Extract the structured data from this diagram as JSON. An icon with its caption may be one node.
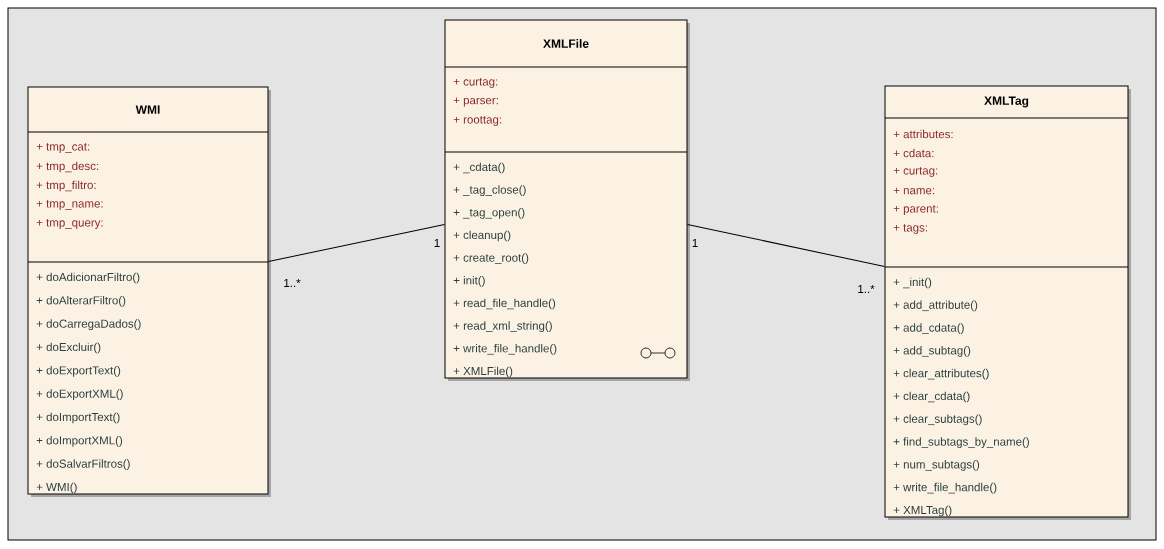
{
  "diagram": {
    "nodes": [
      {
        "text": [
          "WMI",
          "+ tmp_cat:",
          "+ tmp_desc:",
          "+ tmp_filtro:",
          "+ tmp_name:",
          "+ tmp_query:",
          "+ doAdicionarFiltro()",
          "+ doAlterarFiltro()",
          "+ doCarregaDados()",
          "+ doExcluir()",
          "+ doExportText()",
          "+ doExportXML()",
          "+ doImportText()",
          "+ doImportXML()",
          "+ doSalvarFiltros()",
          "+ WMI()"
        ]
      },
      {
        "text": [
          "XMLFile",
          "+ curtag:",
          "+ parser:",
          "+ roottag:",
          "+ _cdata()",
          "+ _tag_close()",
          "+ _tag_open()",
          "+ cleanup()",
          "+ create_root()",
          "+ init()",
          "+ read_file_handle()",
          "+ read_xml_string()",
          "+ write_file_handle()",
          "+ XMLFile()"
        ]
      },
      {
        "text": [
          "XMLTag",
          "+ attributes:",
          "+ cdata:",
          "+ curtag:",
          "+ name:",
          "+ parent:",
          "+ tags:",
          "+ _init()",
          "+ add_attribute()",
          "+ add_cdata()",
          "+ add_subtag()",
          "+ clear_attributes()",
          "+ clear_cdata()",
          "+ clear_subtags()",
          "+ find_subtags_by_name()",
          "+ num_subtags()",
          "+ write_file_handle()",
          "+ XMLTag()"
        ]
      }
    ],
    "edges": [
      {
        "from": 0,
        "to": 1,
        "arrow": "none"
      },
      {
        "from": 1,
        "to": 2,
        "arrow": "none"
      }
    ],
    "labels": [
      "1..*",
      "1",
      "1",
      "1..*"
    ]
  }
}
